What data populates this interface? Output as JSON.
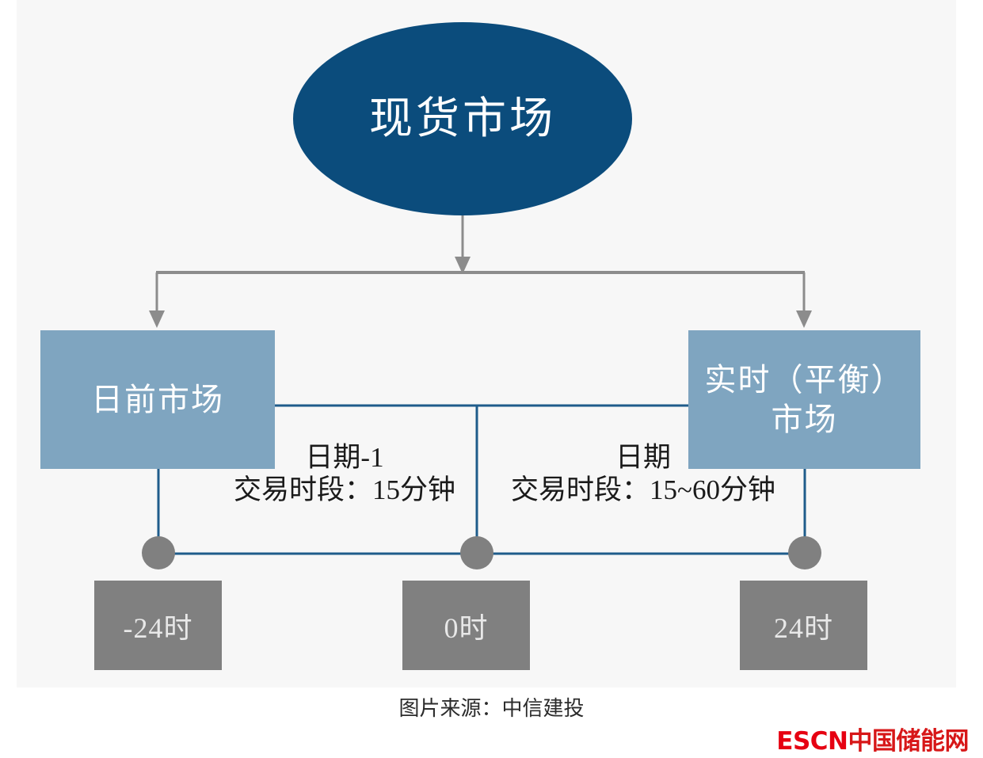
{
  "figure": {
    "root_node": {
      "label": "现货市场",
      "fill": "#0b4c7c",
      "text_color": "#ffffff"
    },
    "markets": [
      {
        "id": "day-ahead",
        "label": "日前市场",
        "fill": "#7fa5c0"
      },
      {
        "id": "real-time",
        "label": "实时（平衡）\n市场",
        "line1": "实时（平衡）",
        "line2": "市场",
        "fill": "#7fa5c0"
      }
    ],
    "periods": [
      {
        "id": "left",
        "title": "日期-1",
        "detail": "交易时段：15分钟"
      },
      {
        "id": "right",
        "title": "日期",
        "detail": "交易时段：15~60分钟"
      }
    ],
    "timeline": {
      "node_color": "#808080",
      "line_color": "#1f5c8b",
      "markers": [
        {
          "id": "minus-24",
          "label": "-24时"
        },
        {
          "id": "zero",
          "label": "0时"
        },
        {
          "id": "plus-24",
          "label": "24时"
        }
      ]
    },
    "connector_color": "#8c8c8c",
    "background": "#f7f7f7"
  },
  "caption": "图片来源：中信建投",
  "watermark": {
    "en": "ESCN",
    "cn": "中国储能网",
    "color": "#e02020"
  }
}
